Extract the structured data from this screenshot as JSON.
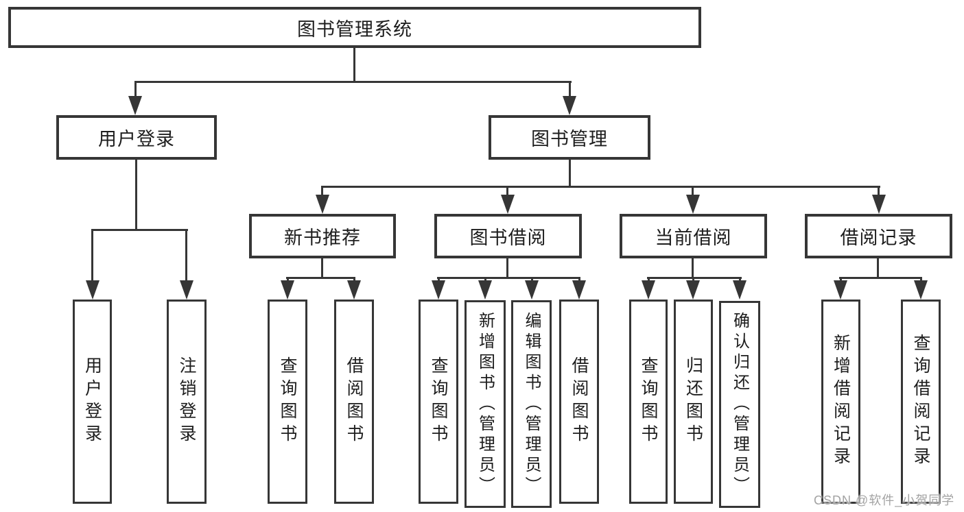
{
  "tree": {
    "root": {
      "label": "图书管理系统"
    },
    "branches": [
      {
        "label": "用户登录",
        "children": [
          {
            "label": "用户登录"
          },
          {
            "label": "注销登录"
          }
        ]
      },
      {
        "label": "图书管理",
        "children": [
          {
            "label": "新书推荐",
            "children": [
              {
                "label": "查询图书"
              },
              {
                "label": "借阅图书"
              }
            ]
          },
          {
            "label": "图书借阅",
            "children": [
              {
                "label": "查询图书"
              },
              {
                "label": "新增图书（管理员）"
              },
              {
                "label": "编辑图书（管理员）"
              },
              {
                "label": "借阅图书"
              }
            ]
          },
          {
            "label": "当前借阅",
            "children": [
              {
                "label": "查询图书"
              },
              {
                "label": "归还图书"
              },
              {
                "label": "确认归还（管理员）"
              }
            ]
          },
          {
            "label": "借阅记录",
            "children": [
              {
                "label": "新增借阅记录"
              },
              {
                "label": "查询借阅记录"
              }
            ]
          }
        ]
      }
    ]
  },
  "watermark": {
    "text": "CSDN @软件_小贺同学",
    "color": "#a3a3a3"
  },
  "colors": {
    "line": "#363636",
    "box_border": "#363636",
    "box_fill": "#ffffff",
    "text": "#1d1d1d",
    "background": "#ffffff"
  }
}
